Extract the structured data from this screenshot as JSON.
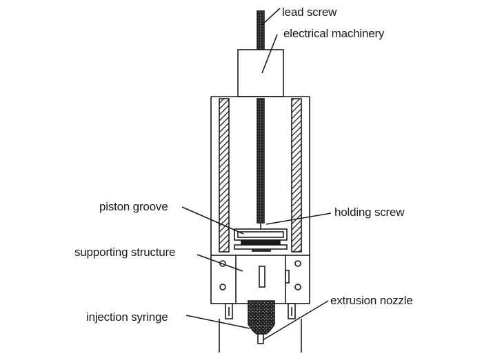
{
  "labels": {
    "lead_screw": "lead screw",
    "electrical_machinery": "electrical machinery",
    "piston_groove": "piston groove",
    "holding_screw": "holding screw",
    "supporting_structure": "supporting structure",
    "injection_syringe": "injection syringe",
    "extrusion_nozzle": "extrusion nozzle"
  },
  "colors": {
    "line": "#1a1a1a",
    "background": "#ffffff"
  }
}
